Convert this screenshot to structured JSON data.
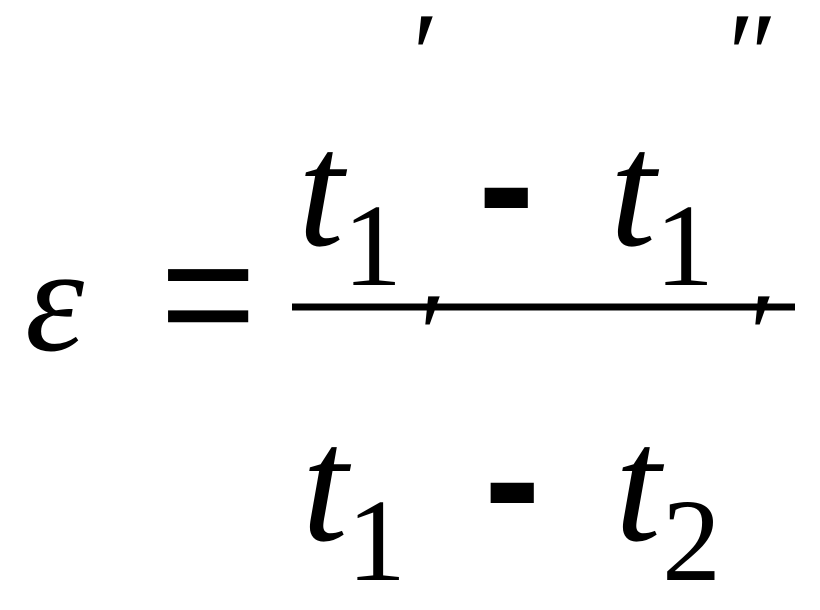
{
  "formula": {
    "lhs_symbol": "ε",
    "equals_sign": "=",
    "numerator": {
      "term1_base": "t",
      "term1_subscript": "1",
      "term1_prime": "′",
      "operator": "-",
      "term2_base": "t",
      "term2_subscript": "1",
      "term2_prime": "″"
    },
    "denominator": {
      "term1_base": "t",
      "term1_subscript": "1",
      "term1_prime": "′",
      "operator": "-",
      "term2_base": "t",
      "term2_subscript": "2",
      "term2_prime": "′"
    }
  }
}
